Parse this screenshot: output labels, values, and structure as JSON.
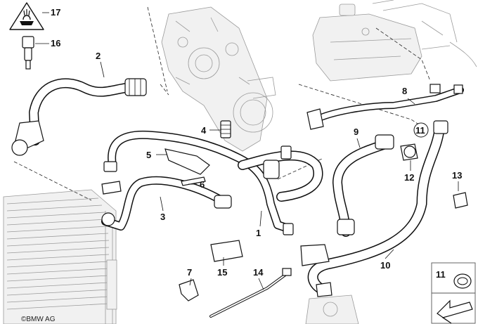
{
  "callouts": {
    "c1": "1",
    "c2": "2",
    "c3": "3",
    "c4": "4",
    "c5": "5",
    "c6": "6",
    "c7": "7",
    "c8": "8",
    "c9": "9",
    "c10": "10",
    "c11": "11",
    "c11b": "11",
    "c12": "12",
    "c13": "13",
    "c14": "14",
    "c15": "15",
    "c16": "16",
    "c17": "17"
  },
  "copyright": "©BMW AG"
}
